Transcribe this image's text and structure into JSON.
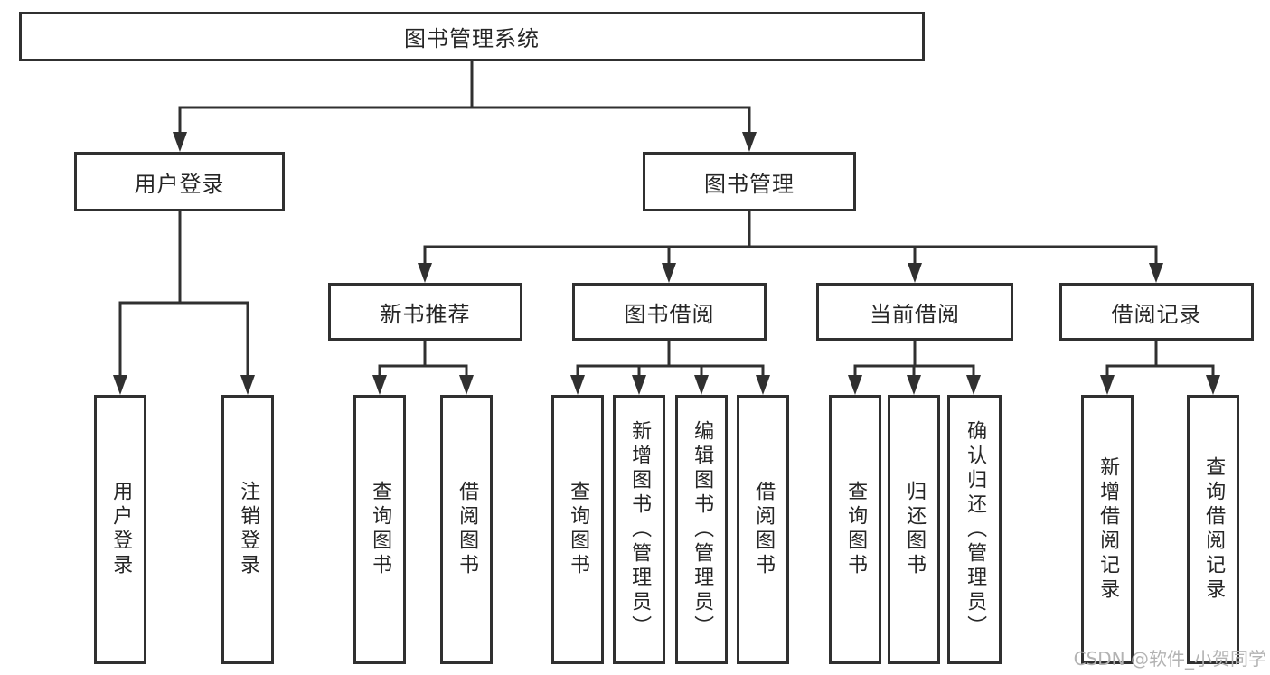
{
  "tree": {
    "label": "图书管理系统",
    "children": [
      {
        "label": "用户登录",
        "children": [
          {
            "label": "用户登录"
          },
          {
            "label": "注销登录"
          }
        ]
      },
      {
        "label": "图书管理",
        "children": [
          {
            "label": "新书推荐",
            "children": [
              {
                "label": "查询图书"
              },
              {
                "label": "借阅图书"
              }
            ]
          },
          {
            "label": "图书借阅",
            "children": [
              {
                "label": "查询图书"
              },
              {
                "label": "新增图书（管理员）"
              },
              {
                "label": "编辑图书（管理员）"
              },
              {
                "label": "借阅图书"
              }
            ]
          },
          {
            "label": "当前借阅",
            "children": [
              {
                "label": "查询图书"
              },
              {
                "label": "归还图书"
              },
              {
                "label": "确认归还（管理员）"
              }
            ]
          },
          {
            "label": "借阅记录",
            "children": [
              {
                "label": "新增借阅记录"
              },
              {
                "label": "查询借阅记录"
              }
            ]
          }
        ]
      }
    ]
  },
  "watermark": "CSDN @软件_小贺同学",
  "colors": {
    "line": "#303030",
    "text": "#262626",
    "watermark": "#b3b3b3",
    "background": "#ffffff"
  }
}
